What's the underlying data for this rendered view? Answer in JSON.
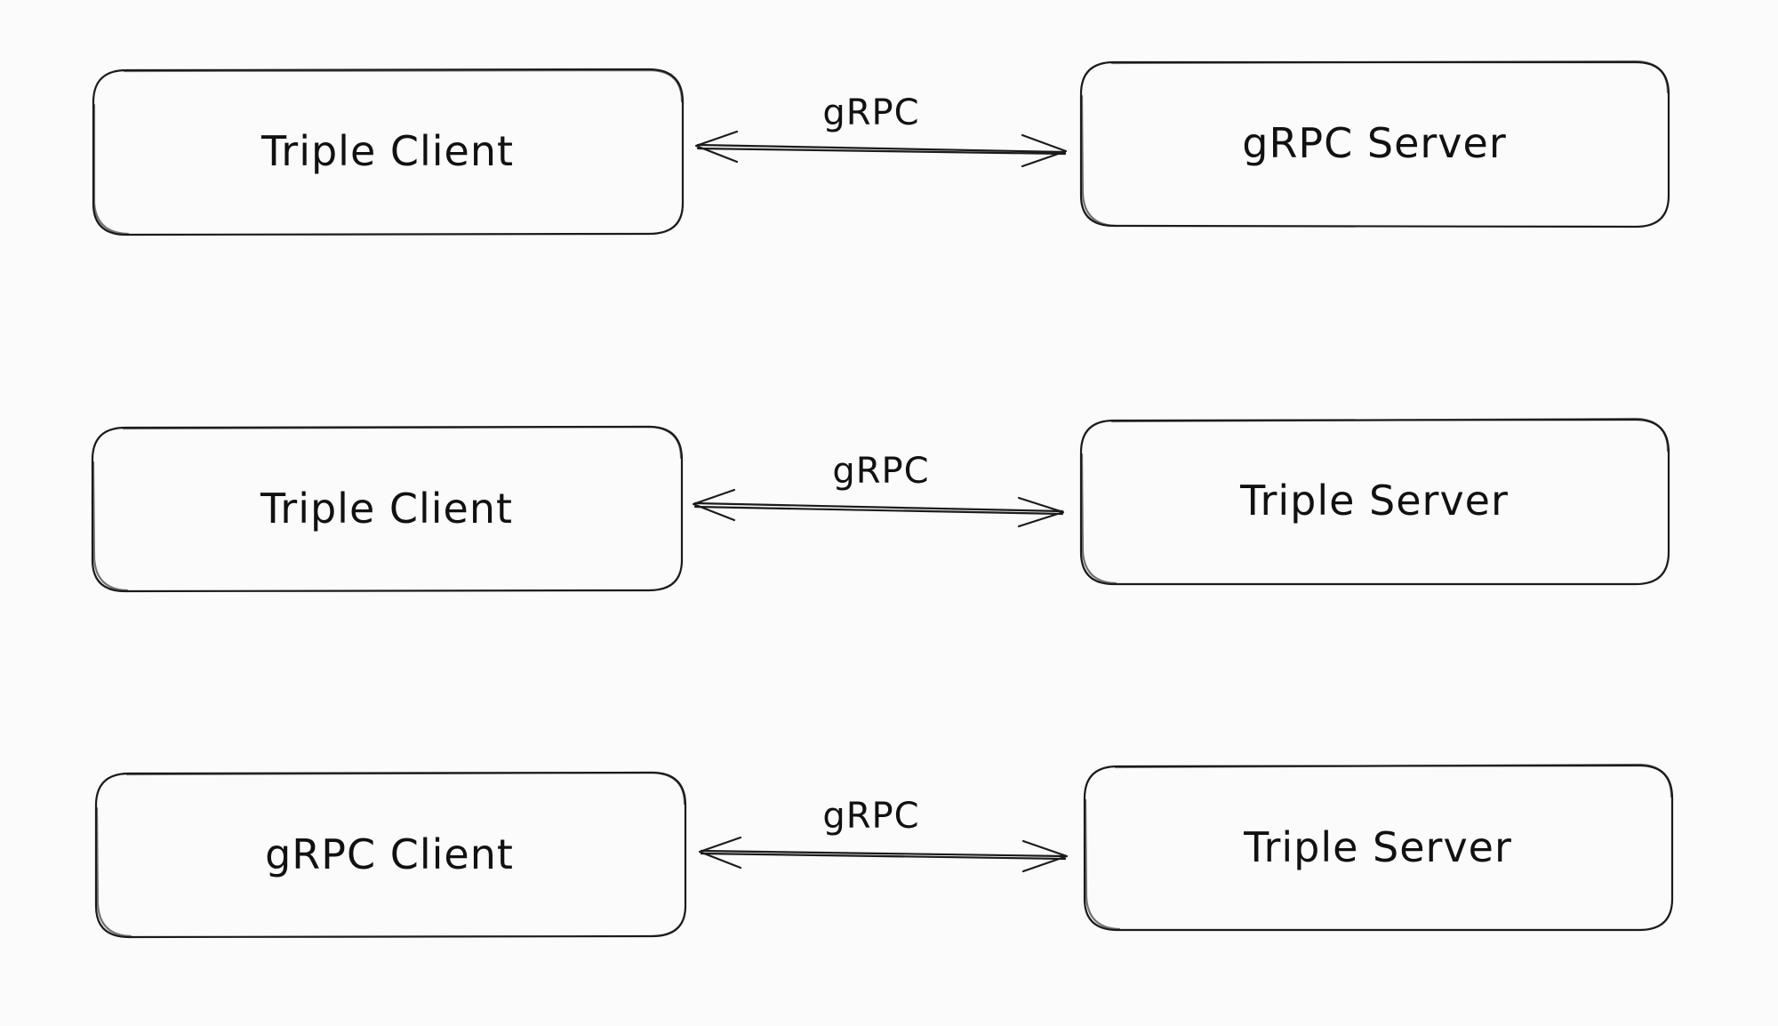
{
  "rows": [
    {
      "client": {
        "label": "Triple Client"
      },
      "connection": {
        "label": "gRPC"
      },
      "server": {
        "label": "gRPC Server"
      }
    },
    {
      "client": {
        "label": "Triple Client"
      },
      "connection": {
        "label": "gRPC"
      },
      "server": {
        "label": "Triple Server"
      }
    },
    {
      "client": {
        "label": "gRPC Client"
      },
      "connection": {
        "label": "gRPC"
      },
      "server": {
        "label": "Triple Server"
      }
    }
  ]
}
